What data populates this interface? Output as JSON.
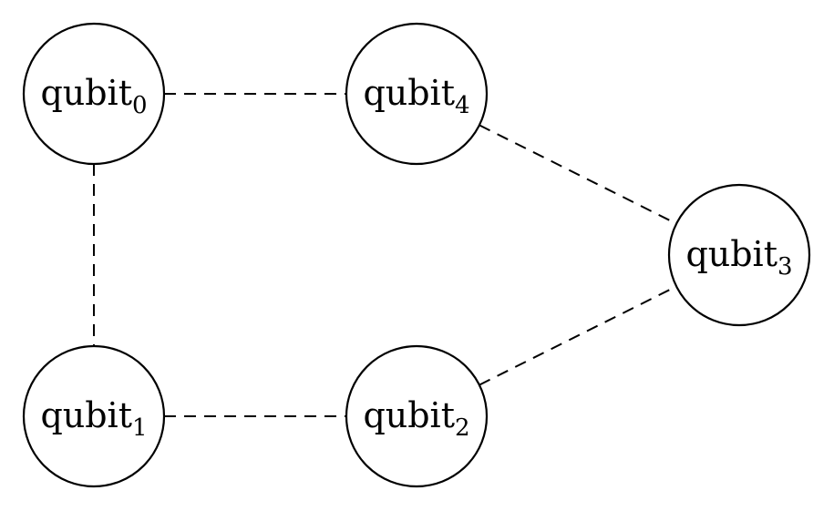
{
  "diagram": {
    "nodes": [
      {
        "id": "q0",
        "name": "qubit",
        "sub": "0"
      },
      {
        "id": "q4",
        "name": "qubit",
        "sub": "4"
      },
      {
        "id": "q3",
        "name": "qubit",
        "sub": "3"
      },
      {
        "id": "q1",
        "name": "qubit",
        "sub": "1"
      },
      {
        "id": "q2",
        "name": "qubit",
        "sub": "2"
      }
    ],
    "edges": [
      {
        "from": "q0",
        "to": "q4",
        "style": "dashed"
      },
      {
        "from": "q0",
        "to": "q1",
        "style": "dashed"
      },
      {
        "from": "q4",
        "to": "q3",
        "style": "dashed"
      },
      {
        "from": "q1",
        "to": "q2",
        "style": "dashed"
      },
      {
        "from": "q2",
        "to": "q3",
        "style": "dashed"
      }
    ]
  }
}
